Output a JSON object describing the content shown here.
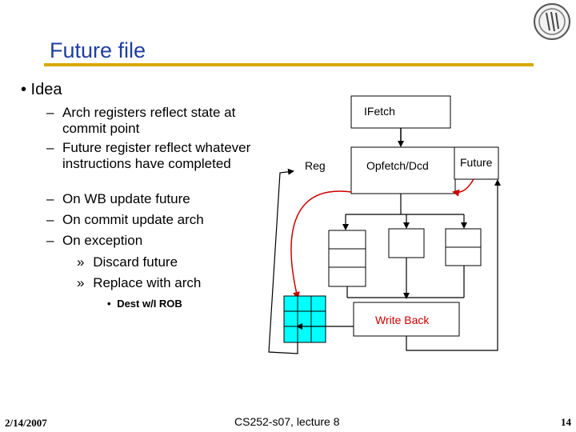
{
  "slide": {
    "title": "Future file",
    "bullet": "• Idea",
    "points": [
      {
        "dash": "–",
        "text": "Arch registers reflect state at commit point"
      },
      {
        "dash": "–",
        "text": "Future register reflect whatever instructions have completed"
      },
      {
        "dash": "–",
        "text": "On WB update future"
      },
      {
        "dash": "–",
        "text": "On commit update arch"
      },
      {
        "dash": "–",
        "text": "On exception"
      }
    ],
    "subpoints": [
      {
        "mark": "»",
        "text": "Discard future"
      },
      {
        "mark": "»",
        "text": "Replace with arch"
      }
    ],
    "detail": {
      "mark": "•",
      "text": "Dest w/I ROB"
    }
  },
  "diagram": {
    "ifetch": "IFetch",
    "reg": "Reg",
    "opfetch": "Opfetch/Dcd",
    "future": "Future",
    "writeback": "Write Back",
    "colors": {
      "arch_fill": "#00ffff",
      "arrow_red": "#cc0000",
      "writeback_text": "#cc0000"
    }
  },
  "footer": {
    "date": "2/14/2007",
    "course": "CS252-s07, lecture 8",
    "page": "14"
  }
}
